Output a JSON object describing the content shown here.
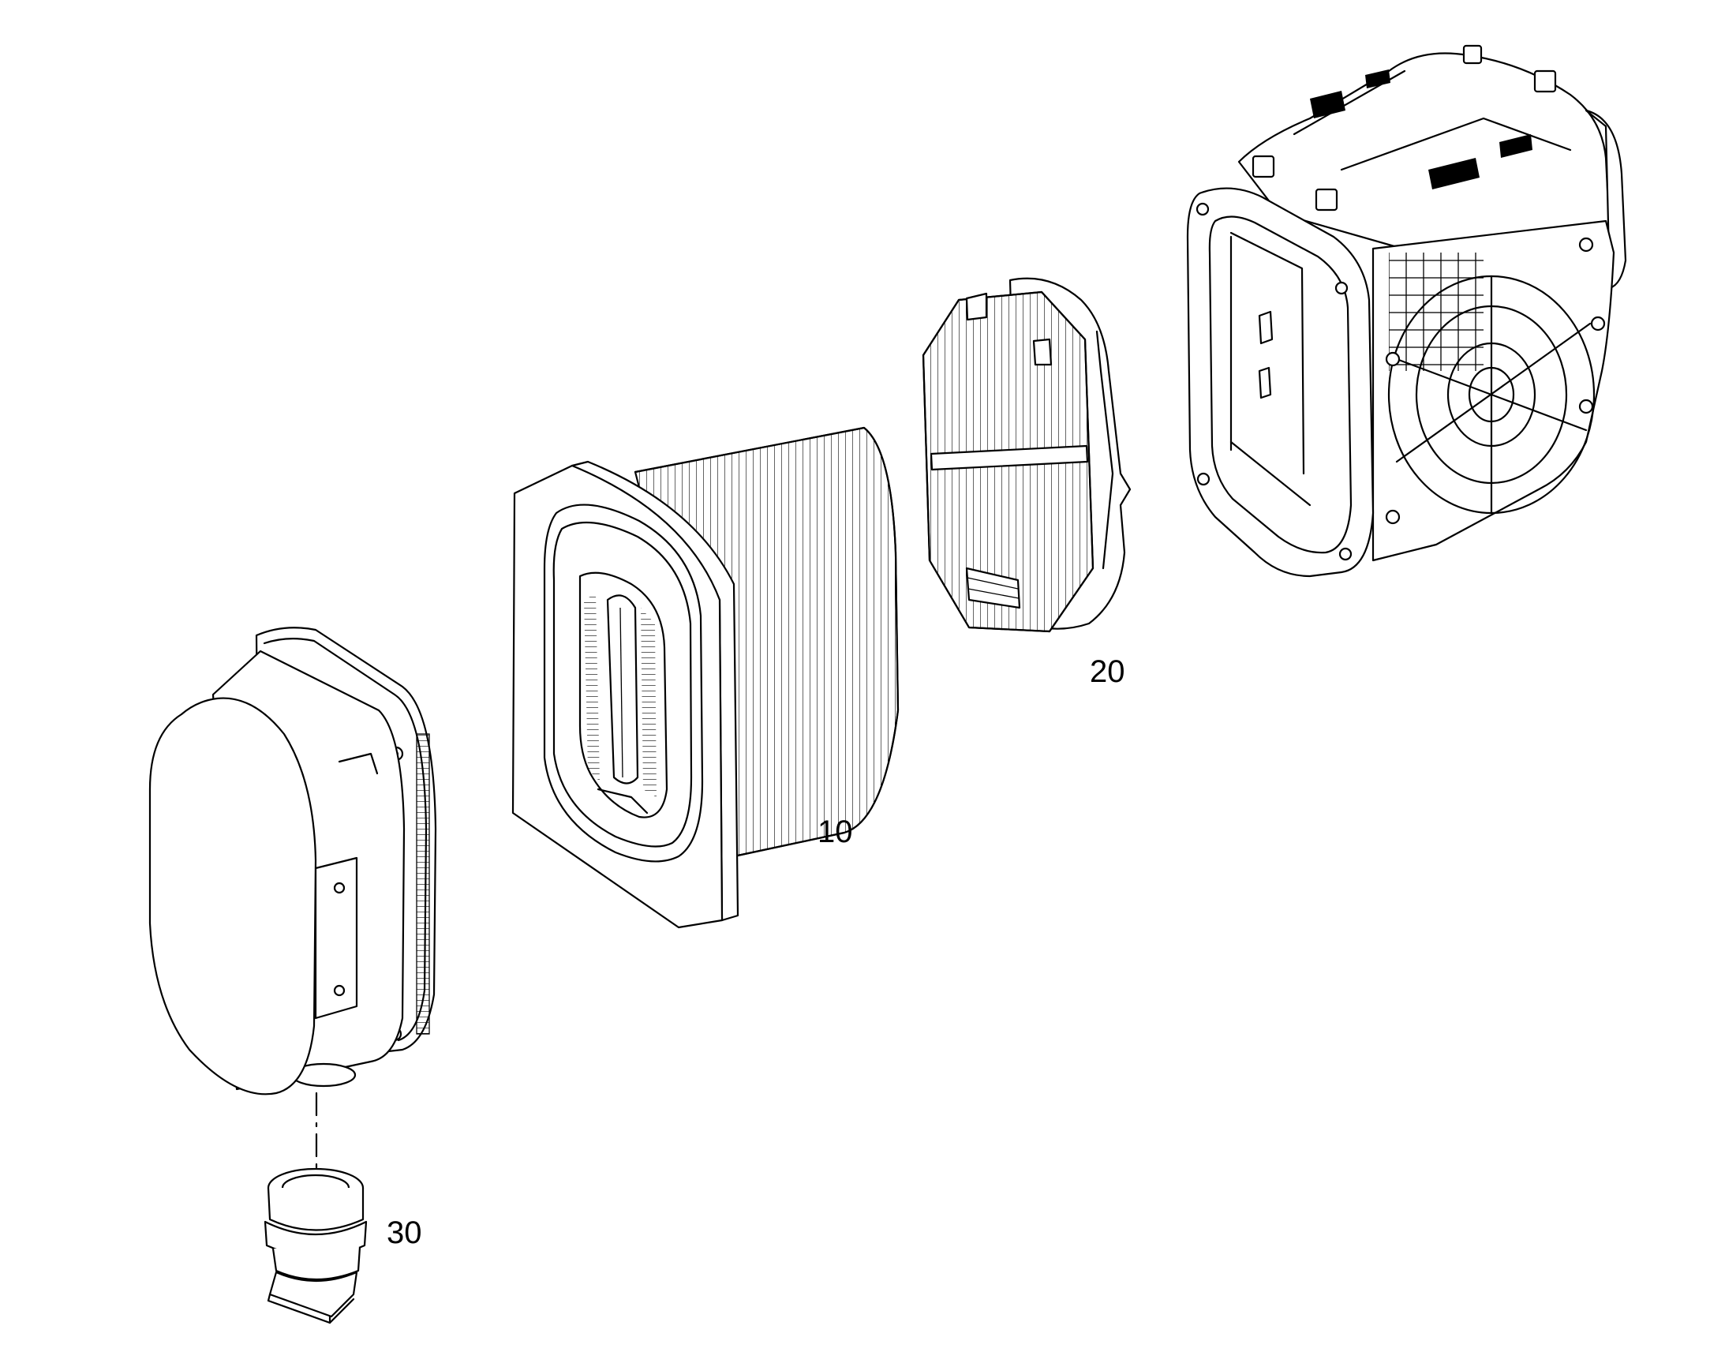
{
  "callouts": {
    "filter_cartridge": "10",
    "flat_filter": "20",
    "adapter": "30"
  },
  "colors": {
    "background": "#ffffff",
    "linework": "#000000"
  }
}
